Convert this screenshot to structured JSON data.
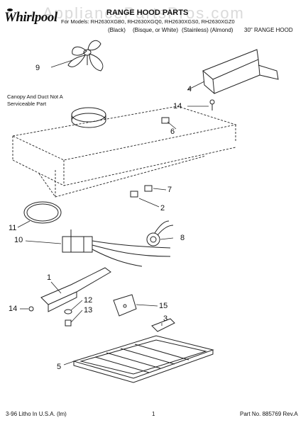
{
  "header": {
    "brand": "Whirlpool",
    "title": "RANGE HOOD PARTS",
    "models_line": "For Models: RH2630XGB0, RH2630XGQ0, RH2630XGS0, RH2630XGZ0",
    "colors": [
      "(Black)",
      "(Bisque, or White)",
      "(Stainless)",
      "(Almond)"
    ],
    "product": "30\" RANGE HOOD"
  },
  "watermark": "AppliancePartsPros.com",
  "note": "Canopy And Duct Not A Serviceable Part",
  "callouts": [
    "1",
    "2",
    "3",
    "4",
    "5",
    "6",
    "7",
    "8",
    "9",
    "10",
    "11",
    "12",
    "13",
    "14",
    "14",
    "15"
  ],
  "footer": {
    "left": "3-96 Litho In U.S.A. (lm)",
    "page": "1",
    "part_no": "Part No. 885769 Rev.A"
  }
}
